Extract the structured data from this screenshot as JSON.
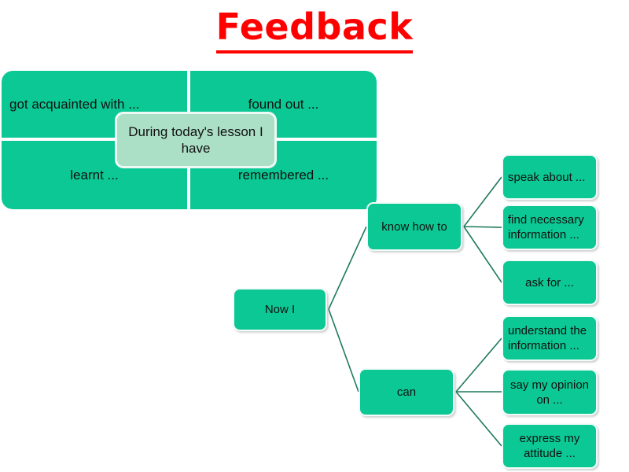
{
  "slide": {
    "title": "Feedback",
    "title_color": "#FF0000",
    "background_color": "#FFFFFF"
  },
  "theme": {
    "node_fill": "#0BC894",
    "center_fill": "#ABDFC6",
    "node_border": "#F4FBF8",
    "connector_color": "#1E7A5E",
    "text_color": "#111111"
  },
  "quadrant_chart": {
    "center_label": "During today's lesson I have",
    "cells": [
      {
        "id": "top-left",
        "label": "got acquainted with ..."
      },
      {
        "id": "top-right",
        "label": "found out ..."
      },
      {
        "id": "bottom-left",
        "label": "learnt ..."
      },
      {
        "id": "bottom-right",
        "label": "remembered ..."
      }
    ]
  },
  "tree": {
    "root": {
      "id": "now-i",
      "label": "Now I"
    },
    "branches": [
      {
        "id": "know-how-to",
        "label": "know how to",
        "children": [
          {
            "id": "speak",
            "label": "speak about ..."
          },
          {
            "id": "find",
            "label": "find necessary information ..."
          },
          {
            "id": "ask",
            "label": "ask for ..."
          }
        ]
      },
      {
        "id": "can",
        "label": "can",
        "children": [
          {
            "id": "understand",
            "label": "understand the information ..."
          },
          {
            "id": "say",
            "label": "say my opinion on ..."
          },
          {
            "id": "express",
            "label": "express my attitude ..."
          }
        ]
      }
    ]
  }
}
